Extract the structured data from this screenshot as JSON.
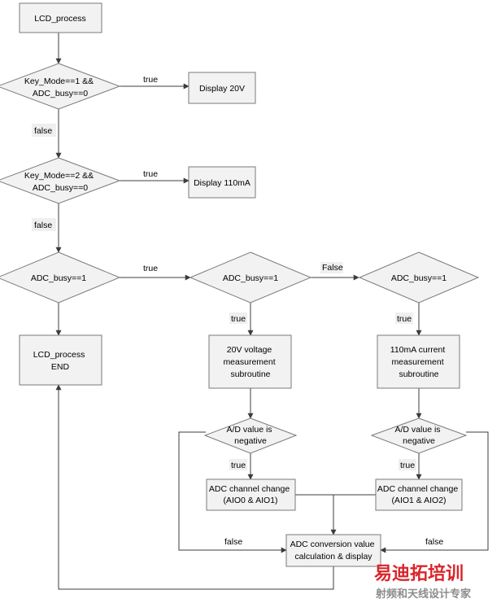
{
  "nodes": {
    "start": [
      "LCD_process"
    ],
    "d1": [
      "Key_Mode==1 &&",
      "ADC_busy==0"
    ],
    "disp20": [
      "Display 20V"
    ],
    "d2": [
      "Key_Mode==2 &&",
      "ADC_busy==0"
    ],
    "disp110": [
      "Display 110mA"
    ],
    "d3": [
      "ADC_busy==1"
    ],
    "end": [
      "LCD_process",
      "END"
    ],
    "d4": [
      "ADC_busy==1"
    ],
    "d5": [
      "ADC_busy==1"
    ],
    "sub20": [
      "20V voltage",
      "measurement",
      "subroutine"
    ],
    "sub110": [
      "110mA current",
      "measurement",
      "subroutine"
    ],
    "neg1": [
      "A/D value is",
      "negative"
    ],
    "neg2": [
      "A/D value is",
      "negative"
    ],
    "ch1": [
      "ADC channel change",
      "(AIO0 & AIO1)"
    ],
    "ch2": [
      "ADC channel change",
      "(AIO1 & AIO2)"
    ],
    "calc": [
      "ADC conversion value",
      "calculation & display"
    ]
  },
  "edge_labels": {
    "d1_true": "true",
    "d1_false": "false",
    "d2_true": "true",
    "d2_false": "false",
    "d3_true": "true",
    "d4_false": "False",
    "d4_true": "true",
    "d5_true": "true",
    "neg1_true": "true",
    "neg1_false": "false",
    "neg2_true": "true",
    "neg2_false": "false"
  },
  "watermark": {
    "line1": "易迪拓培训",
    "line2": "射频和天线设计专家"
  },
  "colors": {
    "node_fill": "#f2f2f2",
    "node_stroke": "#7a7a7a",
    "edge": "#3c3c3c",
    "watermark_red": "#d9252b",
    "watermark_gray": "#8c8c8c"
  }
}
